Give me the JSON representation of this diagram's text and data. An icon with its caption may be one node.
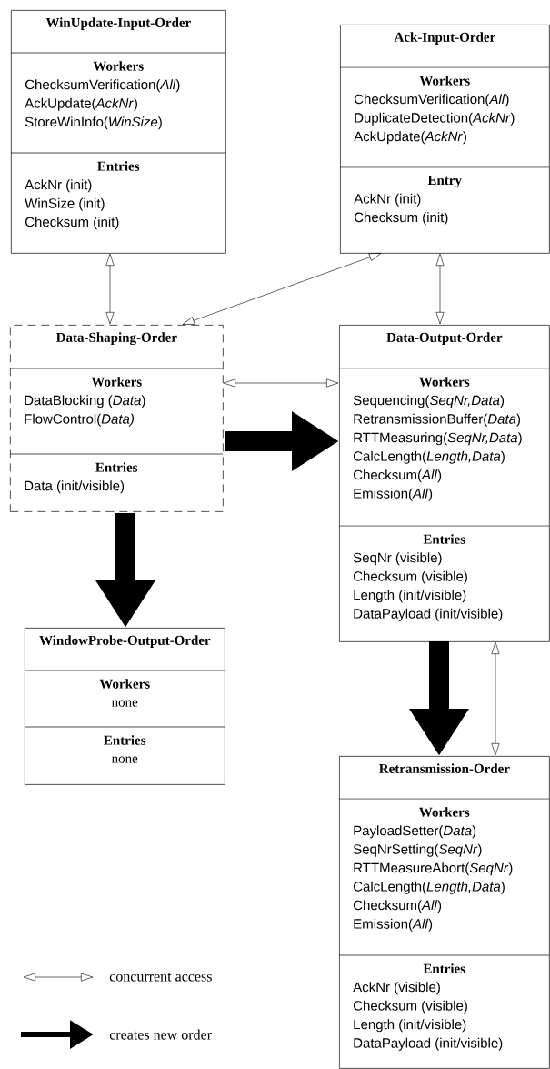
{
  "diagram": {
    "nodes": [
      {
        "text": [
          "WinUpdate-Input-Order"
        ]
      },
      {
        "text": [
          "Workers",
          "ChecksumVerification(*All*)",
          "AckUpdate(*AckNr*)",
          "StoreWinInfo(*WinSize*)"
        ],
        "in": 0
      },
      {
        "text": [
          "Entries",
          "AckNr (init)",
          "WinSize (init)",
          "Checksum (init)"
        ],
        "in": 0
      },
      {
        "text": [
          "Ack-Input-Order"
        ]
      },
      {
        "text": [
          "Workers",
          "ChecksumVerification(*All*)",
          "DuplicateDetection(*AckNr*)",
          "AckUpdate(*AckNr*)"
        ],
        "in": 3
      },
      {
        "text": [
          "Entry",
          "AckNr (init)",
          "Checksum (init)"
        ],
        "in": 3
      },
      {
        "text": [
          "Data-Shaping-Order"
        ]
      },
      {
        "text": [
          "Workers",
          "DataBlocking (*Data*)",
          "FlowControl(*Data)*"
        ],
        "in": 6
      },
      {
        "text": [
          "Entries",
          "Data (init/visible)"
        ],
        "in": 6
      },
      {
        "text": [
          "Data-Output-Order"
        ]
      },
      {
        "text": [
          "Workers",
          "Sequencing(*SeqNr,Data*)",
          "RetransmissionBuffer(*Data*)",
          "RTTMeasuring(*SeqNr,Data*)",
          "CalcLength(*Length,Data*)",
          "Checksum(*All*)",
          "Emission(*All*)"
        ],
        "in": 9
      },
      {
        "text": [
          "Entries",
          "SeqNr (visible)",
          "Checksum (visible)",
          "Length (init/visible)",
          "DataPayload (init/visible)"
        ],
        "in": 9
      },
      {
        "text": [
          "WindowProbe-Output-Order"
        ]
      },
      {
        "text": [
          "Workers",
          "none"
        ],
        "in": 12
      },
      {
        "text": [
          "Entries",
          "none"
        ],
        "in": 12
      },
      {
        "text": [
          "Retransmission-Order"
        ]
      },
      {
        "text": [
          "Workers",
          "PayloadSetter(*Data*)",
          "SeqNrSetting(*SeqNr*)",
          "RTTMeasureAbort(*SeqNr*)",
          "CalcLength(*Length,Data*)",
          "Checksum(*All*)",
          "Emission(*All*)"
        ],
        "in": 15
      },
      {
        "text": [
          "Entries",
          "AckNr (visible)",
          "Checksum (visible)",
          "Length (init/visible)",
          "DataPayload (init/visible)"
        ],
        "in": 15
      }
    ],
    "edges": [
      {
        "from": 0,
        "to": 6,
        "arrow": "both"
      },
      {
        "from": 3,
        "to": 6,
        "arrow": "both"
      },
      {
        "from": 3,
        "to": 9,
        "arrow": "both"
      },
      {
        "from": 6,
        "to": 9,
        "arrow": "both"
      },
      {
        "from": 6,
        "to": 9,
        "arrow": "to",
        "style": "thick"
      },
      {
        "from": 6,
        "to": 12,
        "arrow": "to",
        "style": "thick"
      },
      {
        "from": 9,
        "to": 15,
        "arrow": "to",
        "style": "thick"
      },
      {
        "from": 9,
        "to": 15,
        "arrow": "both"
      }
    ],
    "legend": [
      {
        "text": "concurrent access"
      },
      {
        "text": "creates new order"
      }
    ]
  }
}
